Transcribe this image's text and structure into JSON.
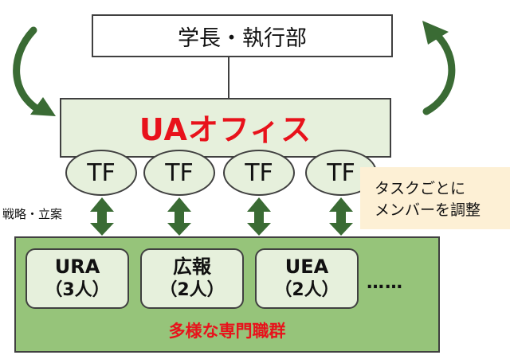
{
  "top_box": "学長・執行部",
  "office": {
    "title": "UAオフィス",
    "tf_units": [
      "TF",
      "TF",
      "TF",
      "TF"
    ]
  },
  "left_label": "戦略・立案",
  "task_note": {
    "line1": "タスクごとに",
    "line2": "メンバーを調整"
  },
  "groups": [
    {
      "name": "URA",
      "count": "（3人）"
    },
    {
      "name": "広報",
      "count": "（2人）"
    },
    {
      "name": "UEA",
      "count": "（2人）"
    }
  ],
  "ellipsis": "……",
  "bottom_label": "多様な専門職群",
  "colors": {
    "accent_red": "#e8121b",
    "light_green": "#e6f0dc",
    "mid_green": "#96c47a",
    "arrow_green": "#3a6b34",
    "note_bg": "#fdf0d5"
  },
  "icons": [
    "curved-arrow-left-icon",
    "curved-arrow-right-icon",
    "double-arrow-icon"
  ]
}
